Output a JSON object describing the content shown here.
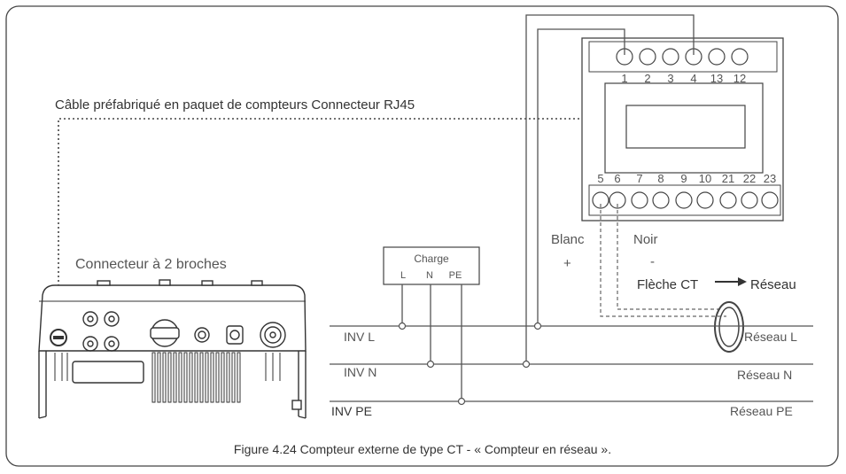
{
  "labels": {
    "cable_caption": "Câble préfabriqué en paquet de compteurs Connecteur RJ45",
    "connector_caption": "Connecteur à 2 broches",
    "load_title": "Charge",
    "load_l": "L",
    "load_n": "N",
    "load_pe": "PE",
    "blanc": "Blanc",
    "plus": "+",
    "noir": "Noir",
    "minus": "-",
    "ct_arrow_text": "Flèche CT",
    "reseau_direction": "Réseau",
    "inv_l": "INV L",
    "inv_n": "INV N",
    "inv_pe": "INV PE",
    "grid_l": "Réseau L",
    "grid_n": "Réseau N",
    "grid_pe": "Réseau PE",
    "figure_caption": "Figure 4.24 Compteur externe de type CT - « Compteur en réseau »."
  },
  "meter": {
    "top_terminals": [
      "1",
      "2",
      "3",
      "4",
      "13",
      "12"
    ],
    "bottom_terminals": [
      "5",
      "6",
      "7",
      "8",
      "9",
      "10",
      "21",
      "22",
      "23"
    ]
  },
  "colors": {
    "line": "#555555",
    "text": "#333333",
    "frame": "#444444"
  }
}
